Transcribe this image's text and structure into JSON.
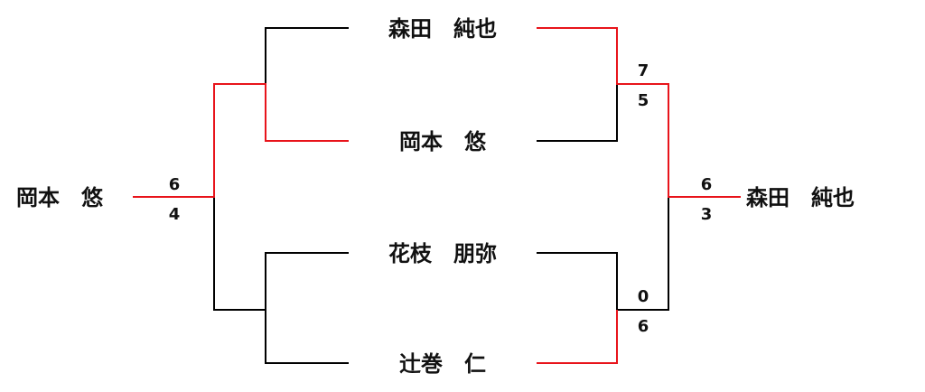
{
  "players": {
    "top1": "森田　純也",
    "top2": "岡本　悠",
    "bottom1": "花枝　朋弥",
    "bottom2": "辻巻　仁"
  },
  "results": {
    "left_winner": "岡本　悠",
    "right_winner": "森田　純也"
  },
  "scores": {
    "left_final": {
      "top": "6",
      "bottom": "4"
    },
    "right_final": {
      "top": "6",
      "bottom": "3"
    },
    "right_semi_top": {
      "top": "7",
      "bottom": "5"
    },
    "right_semi_bottom": {
      "top": "0",
      "bottom": "6"
    }
  },
  "colors": {
    "winner_line": "#e8141b",
    "loser_line": "#000000"
  }
}
